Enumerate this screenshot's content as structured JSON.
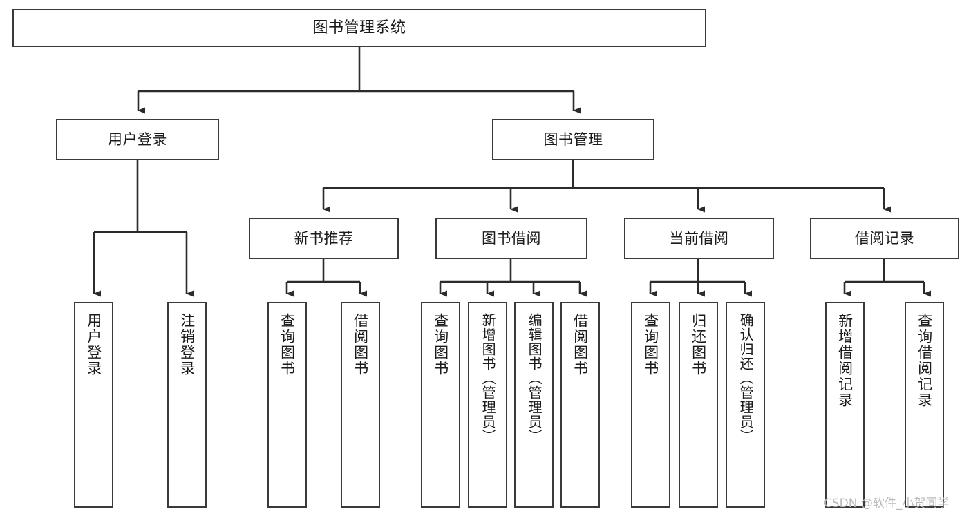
{
  "diagram": {
    "type": "tree",
    "title": "图书管理系统",
    "orientation": "top-down",
    "style": {
      "box_border_color": "#3a3a3a",
      "box_fill_color": "#ffffff",
      "connector_color": "#2b2b2b",
      "text_color": "#1b1b1b",
      "background": "#ffffff"
    },
    "root": {
      "label": "图书管理系统"
    },
    "level2": [
      {
        "label": "用户登录"
      },
      {
        "label": "图书管理"
      }
    ],
    "level3": [
      {
        "label": "新书推荐"
      },
      {
        "label": "图书借阅"
      },
      {
        "label": "当前借阅"
      },
      {
        "label": "借阅记录"
      }
    ],
    "leaves": {
      "user_login": [
        {
          "label": "用户登录"
        },
        {
          "label": "注销登录"
        }
      ],
      "new_book_recommend": [
        {
          "label": "查询图书"
        },
        {
          "label": "借阅图书"
        }
      ],
      "book_borrow": [
        {
          "label": "查询图书"
        },
        {
          "label": "新增图书（管理员）"
        },
        {
          "label": "编辑图书（管理员）"
        },
        {
          "label": "借阅图书"
        }
      ],
      "current_borrow": [
        {
          "label": "查询图书"
        },
        {
          "label": "归还图书"
        },
        {
          "label": "确认归还（管理员）"
        }
      ],
      "borrow_record": [
        {
          "label": "新增借阅记录"
        },
        {
          "label": "查询借阅记录"
        }
      ]
    }
  },
  "watermark": {
    "text": "CSDN @软件_小贺同学"
  }
}
